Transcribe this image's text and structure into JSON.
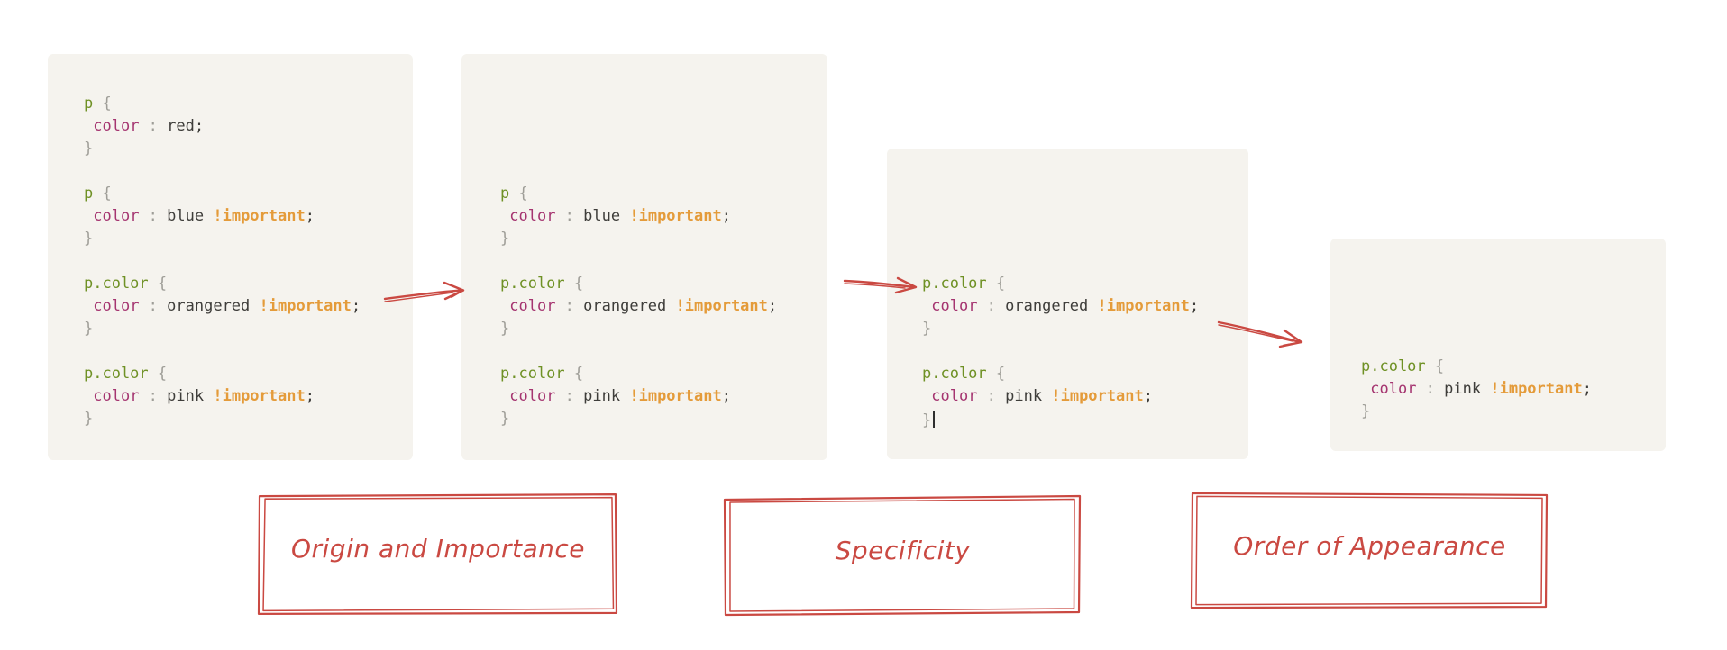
{
  "theme": {
    "panel_bg": "#f5f3ee",
    "selector_color": "#6f9125",
    "property_color": "#a53570",
    "punct_color": "#9e9d97",
    "value_color": "#3e3d3a",
    "important_color": "#e49b3a",
    "annotation_red": "#ca4942"
  },
  "panels": [
    {
      "rules": [
        {
          "selector": "p",
          "property": "color",
          "value": "red",
          "important": false
        },
        {
          "selector": "p",
          "property": "color",
          "value": "blue",
          "important": true
        },
        {
          "selector": "p.color",
          "property": "color",
          "value": "orangered",
          "important": true
        },
        {
          "selector": "p.color",
          "property": "color",
          "value": "pink",
          "important": true
        }
      ]
    },
    {
      "rules": [
        {
          "selector": "p",
          "property": "color",
          "value": "blue",
          "important": true
        },
        {
          "selector": "p.color",
          "property": "color",
          "value": "orangered",
          "important": true
        },
        {
          "selector": "p.color",
          "property": "color",
          "value": "pink",
          "important": true
        }
      ]
    },
    {
      "rules": [
        {
          "selector": "p.color",
          "property": "color",
          "value": "orangered",
          "important": true
        },
        {
          "selector": "p.color",
          "property": "color",
          "value": "pink",
          "important": true,
          "cursor": true
        }
      ]
    },
    {
      "rules": [
        {
          "selector": "p.color",
          "property": "color",
          "value": "pink",
          "important": true
        }
      ]
    }
  ],
  "stage_labels": [
    {
      "text": "Origin and Importance"
    },
    {
      "text": "Specificity"
    },
    {
      "text": "Order of Appearance"
    }
  ]
}
